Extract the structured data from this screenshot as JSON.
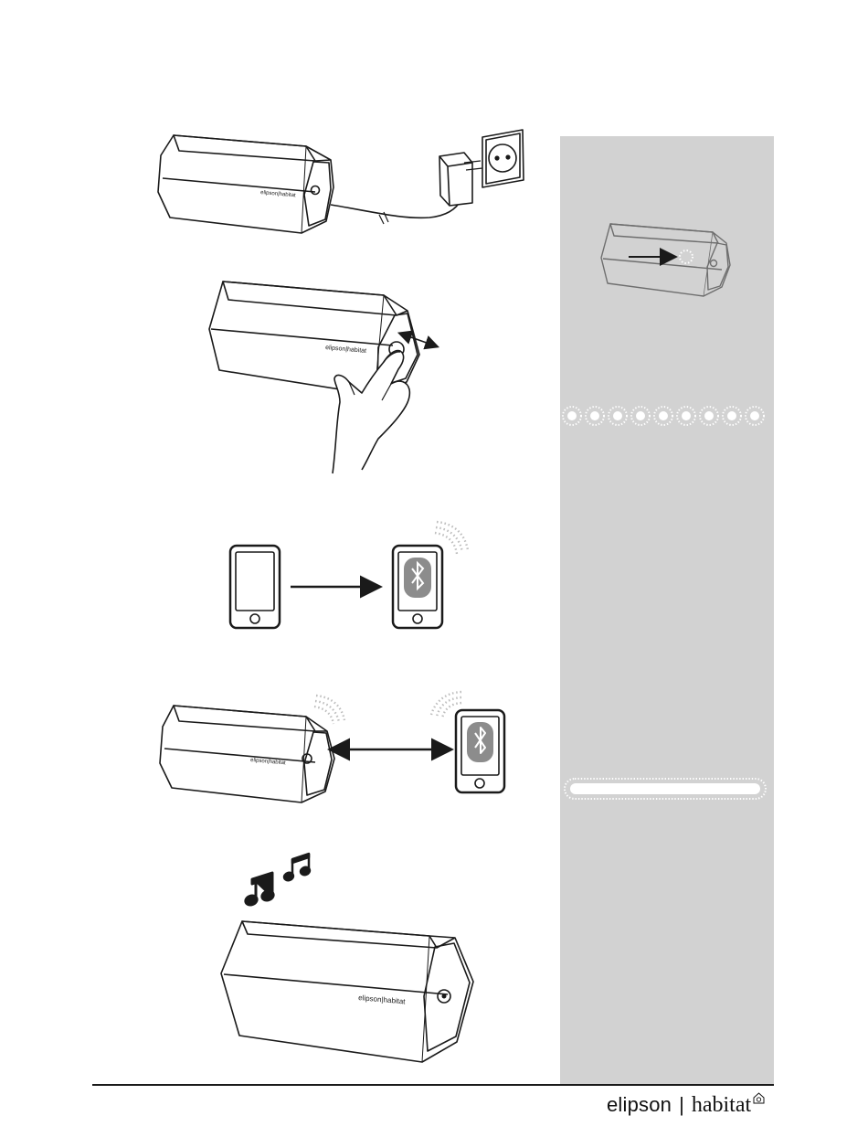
{
  "page": {
    "background": "#ffffff"
  },
  "colors": {
    "sidebar": "#d2d2d2",
    "ink": "#1a1a1a",
    "led": "#ffffff"
  },
  "brand": {
    "name_part1": "elipson",
    "separator": "|",
    "name_part2": "habitat",
    "logo_icon": "house-icon"
  },
  "illustrations": {
    "steps": [
      {
        "name": "plug-in-power",
        "icons": [
          "speaker-icon",
          "power-adapter-icon",
          "wall-socket-icon"
        ]
      },
      {
        "name": "press-power-button",
        "icons": [
          "speaker-icon",
          "hand-icon",
          "double-arrow-icon"
        ]
      },
      {
        "name": "phone-enable-bluetooth",
        "icons": [
          "phone-icon",
          "arrow-right-icon",
          "bluetooth-phone-icon",
          "signal-icon"
        ]
      },
      {
        "name": "pair-speaker-phone",
        "icons": [
          "speaker-icon",
          "signal-icon",
          "double-arrow-icon",
          "bluetooth-phone-icon"
        ]
      },
      {
        "name": "play-music",
        "icons": [
          "music-notes-icon",
          "speaker-icon"
        ]
      }
    ],
    "speaker_label": "elipson|habitat",
    "sidebar": {
      "led_dots_count": 9,
      "led_pattern_1": "blinking-dots",
      "led_pattern_2": "solid-bar"
    }
  }
}
